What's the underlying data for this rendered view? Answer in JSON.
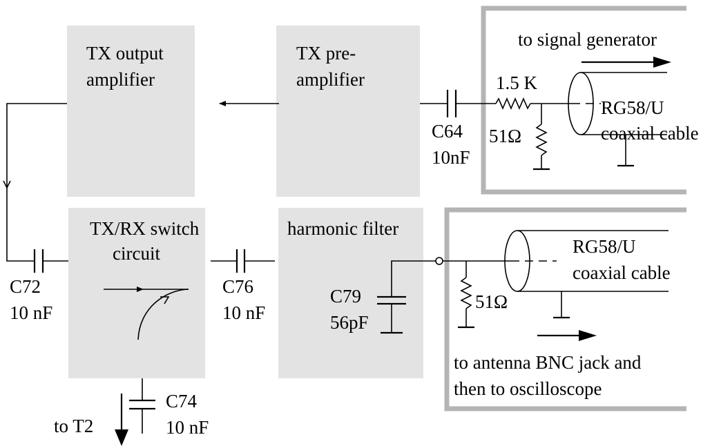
{
  "blocks": {
    "tx_output_line1": "TX output",
    "tx_output_line2": "amplifier",
    "tx_pre_line1": "TX pre-",
    "tx_pre_line2": "amplifier",
    "txrx_line1": "TX/RX switch",
    "txrx_line2": "circuit",
    "harmonic": "harmonic filter"
  },
  "components": {
    "c64_name": "C64",
    "c64_value": "10nF",
    "r_series": "1.5 K",
    "r_load_top": "51Ω",
    "c72_name": "C72",
    "c72_value": "10 nF",
    "c76_name": "C76",
    "c76_value": "10 nF",
    "c79_name": "C79",
    "c79_value": "56pF",
    "r_load_bottom": "51Ω",
    "c74_name": "C74",
    "c74_value": "10 nF"
  },
  "cables": {
    "top_line1": "RG58/U",
    "top_line2": "coaxial cable",
    "bottom_line1": "RG58/U",
    "bottom_line2": "coaxial cable"
  },
  "annotations": {
    "signal_generator": "to signal generator",
    "antenna_line1": "to antenna BNC jack and",
    "antenna_line2": "then to oscilloscope",
    "to_t2": "to T2"
  },
  "colors": {
    "block_fill": "#e3e3e3",
    "frame": "#b4b4b4"
  }
}
